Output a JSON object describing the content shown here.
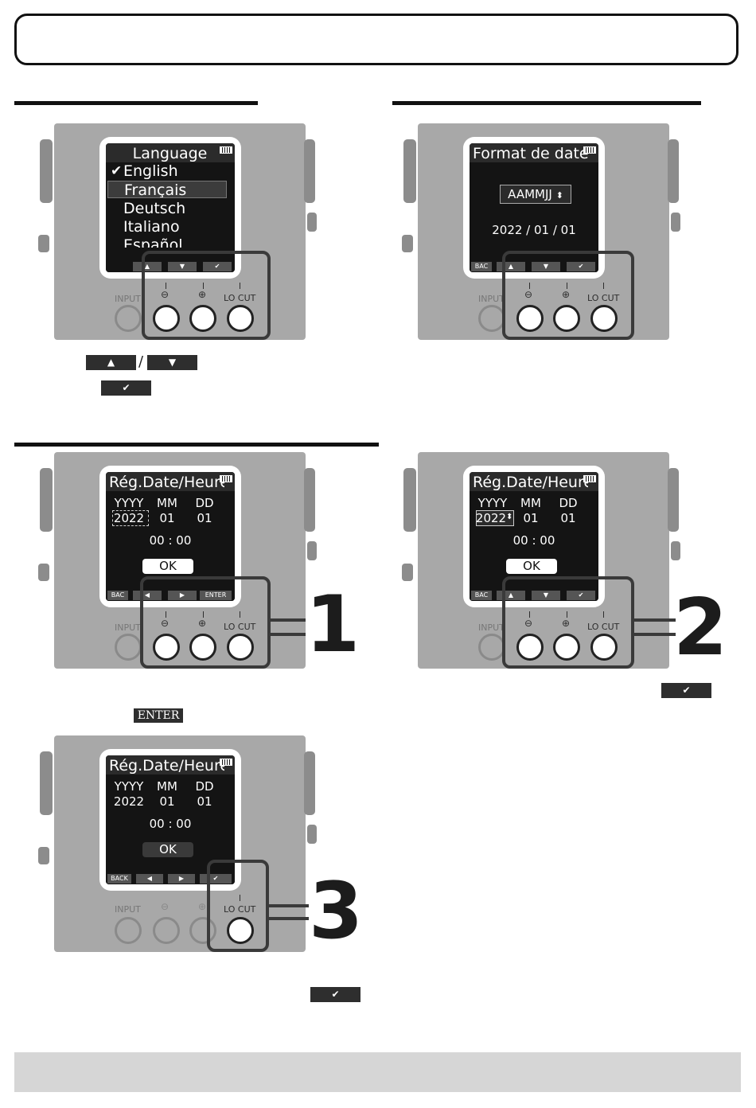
{
  "icons": {
    "up": "▲",
    "down": "▼",
    "left": "◀",
    "right": "▶",
    "check": "✔",
    "spin": "⬍",
    "zoom_out": "⊖",
    "zoom_in": "⊕"
  },
  "device_labels": {
    "input": "INPUT",
    "lo_cut": "LO CUT",
    "back": "BACK",
    "back_cut": "BAC",
    "enter": "ENTER"
  },
  "language_screen": {
    "title": "Language",
    "items": [
      "English",
      "Français",
      "Deutsch",
      "Italiano",
      "Español"
    ]
  },
  "date_format_screen": {
    "title": "Format de date",
    "selected": "AAMMJJ",
    "date": "2022 / 01 / 01"
  },
  "datetime_screen": {
    "title": "Rég.Date/Heure",
    "labels": [
      "YYYY",
      "MM",
      "DD"
    ],
    "values": [
      "2022",
      "01",
      "01"
    ],
    "time": "00 : 00",
    "ok": "OK"
  },
  "steps": [
    "1",
    "2",
    "3"
  ],
  "instructions": {
    "slash": "/",
    "enter_key": "ENTER"
  },
  "colors": {
    "device_body": "#a8a8a8",
    "screen": "#141414",
    "highlight": "#3a3a3a",
    "key": "#2e2e2e"
  }
}
